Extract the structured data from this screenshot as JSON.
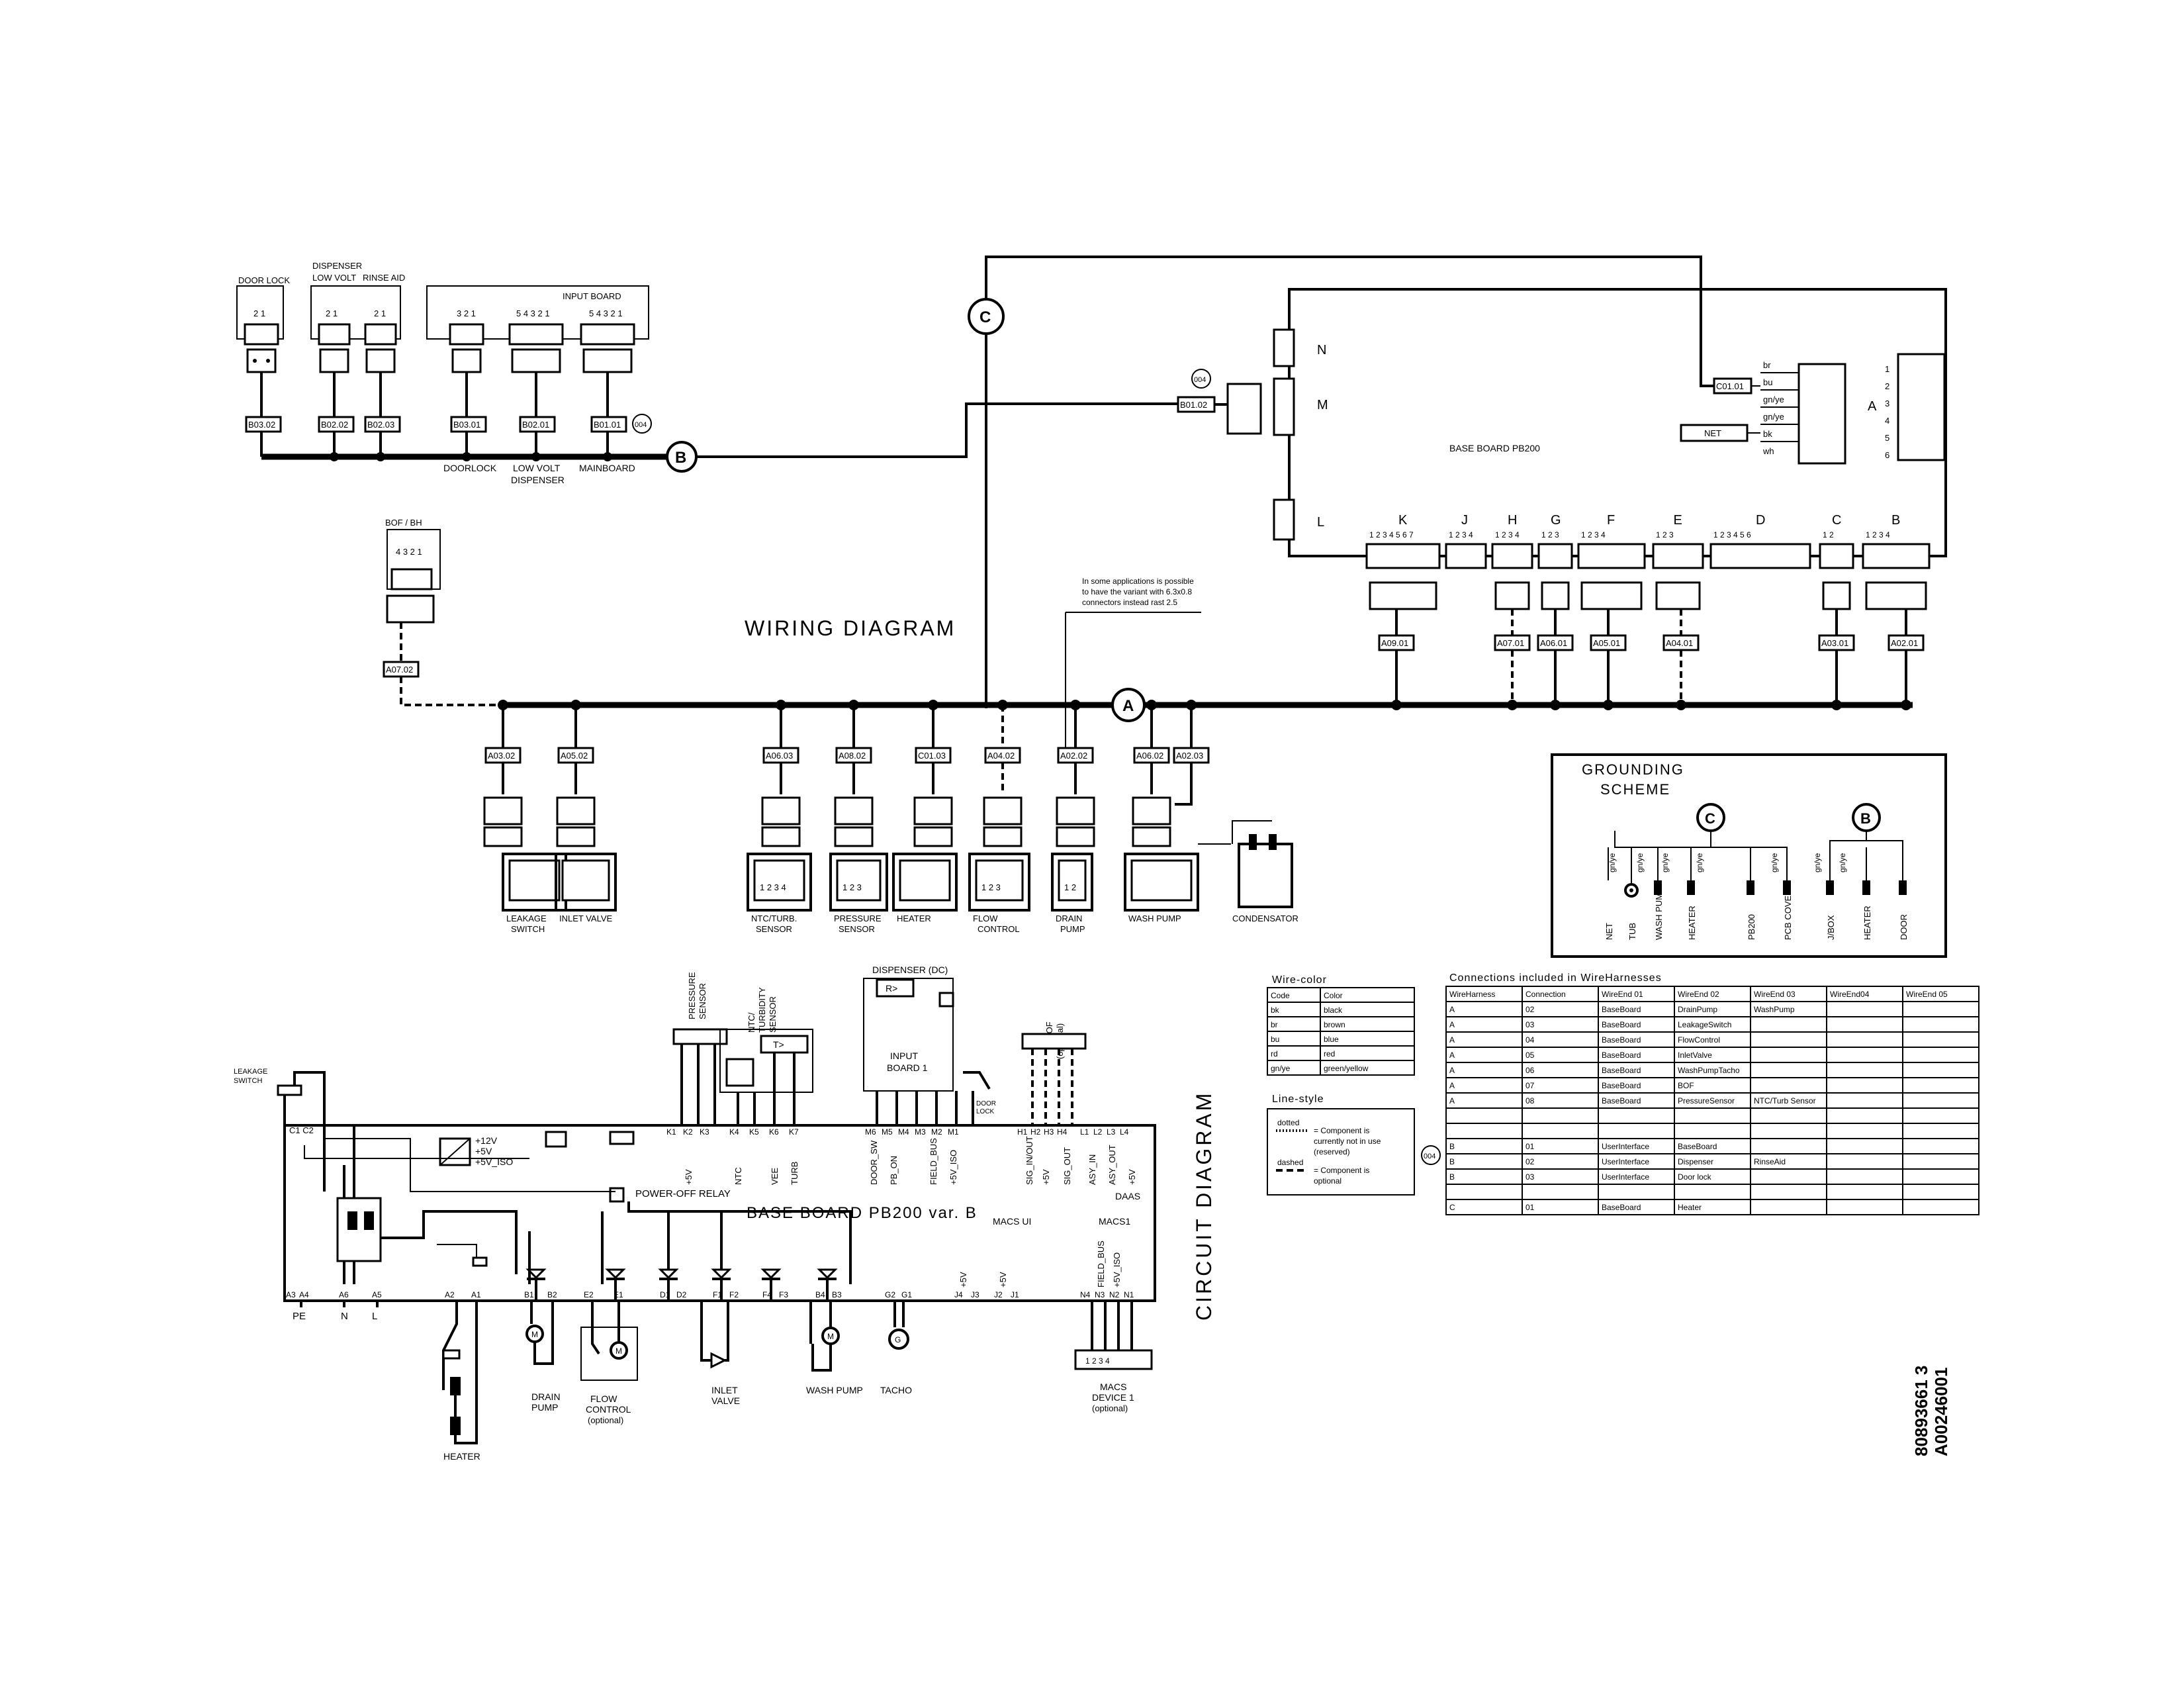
{
  "titles": {
    "wiring": "WIRING DIAGRAM",
    "circuit": "CIRCUIT DIAGRAM",
    "doc_number_1": "80893661 3",
    "doc_number_2": "A00246001"
  },
  "top_components": {
    "door_lock": "DOOR LOCK",
    "dispenser": "DISPENSER",
    "low_volt": "LOW VOLT",
    "rinse_aid": "RINSE AID",
    "input_board": "INPUT BOARD",
    "pins_21": "2 1",
    "pins_321": "3 2 1",
    "pins_54321": "5 4 3 2 1",
    "tags": [
      "B03.02",
      "B02.02",
      "B02.03",
      "B03.01",
      "B02.01",
      "B01.01"
    ],
    "doorlock": "DOORLOCK",
    "low_volt_dispenser_1": "LOW VOLT",
    "low_volt_dispenser_2": "DISPENSER",
    "mainboard": "MAINBOARD",
    "badge_004": "004",
    "b01_02": "B01.02",
    "c01_01": "C01.01",
    "net": "NET"
  },
  "ground_marks": {
    "A": "A",
    "B": "B",
    "C": "C"
  },
  "baseboard": {
    "label": "BASE BOARD PB200",
    "side_N": "N",
    "side_M": "M",
    "side_L": "L",
    "side_A": "A",
    "a_pins": [
      "1",
      "2",
      "3",
      "4",
      "5",
      "6"
    ],
    "a_wires": [
      "br",
      "bu",
      "gn/ye",
      "gn/ye",
      "bk",
      "wh"
    ],
    "connectors": [
      {
        "letter": "K",
        "pins": "1 2 3 4 5 6 7",
        "tag": "A09.01"
      },
      {
        "letter": "J",
        "pins": "1 2 3 4",
        "tag": ""
      },
      {
        "letter": "H",
        "pins": "1 2 3 4",
        "tag": "A07.01"
      },
      {
        "letter": "G",
        "pins": "1 2 3",
        "tag": "A06.01"
      },
      {
        "letter": "F",
        "pins": "1  2  3  4",
        "tag": "A05.01"
      },
      {
        "letter": "E",
        "pins": "1  2  3",
        "tag": "A04.01"
      },
      {
        "letter": "D",
        "pins": "1  2  3  4  5  6",
        "tag": ""
      },
      {
        "letter": "C",
        "pins": "1  2",
        "tag": "A03.01"
      },
      {
        "letter": "B",
        "pins": "1  2  3  4",
        "tag": "A02.01"
      }
    ]
  },
  "note_variant": [
    "In some applications is possible",
    "to have the variant with 6.3x0.8",
    "connectors instead rast 2.5"
  ],
  "bof": {
    "label": "BOF / BH",
    "pins": "4 3 2 1",
    "tag": "A07.02"
  },
  "bottom_components": [
    {
      "tag": "A03.02",
      "name1": "LEAKAGE",
      "name2": "SWITCH",
      "pins": ""
    },
    {
      "tag": "A05.02",
      "name1": "INLET VALVE",
      "name2": "",
      "pins": ""
    },
    {
      "tag": "A06.03",
      "name1": "NTC/TURB.",
      "name2": "SENSOR",
      "pins": "1 2 3 4"
    },
    {
      "tag": "A08.02",
      "name1": "PRESSURE",
      "name2": "SENSOR",
      "pins": "1 2 3"
    },
    {
      "tag": "C01.03",
      "name1": "HEATER",
      "name2": "",
      "pins": ""
    },
    {
      "tag": "A04.02",
      "name1": "FLOW",
      "name2": "CONTROL",
      "pins": "1  2  3"
    },
    {
      "tag": "A02.02",
      "name1": "DRAIN",
      "name2": "PUMP",
      "pins": "1  2"
    },
    {
      "tag": "A06.02",
      "name1": "WASH PUMP",
      "name2": "",
      "pins": ""
    },
    {
      "tag": "A02.03",
      "name1": "",
      "name2": "",
      "pins": ""
    }
  ],
  "condensator": "CONDENSATOR",
  "tacho": "TACHO",
  "grounding": {
    "title1": "GROUNDING",
    "title2": "SCHEME",
    "wires": [
      "gn/ye",
      "gn/ye",
      "gn/ye",
      "gn/ye",
      "gn/ye",
      "gn/ye",
      "gn/ye"
    ],
    "labels": [
      "NET",
      "TUB",
      "WASH PUMP",
      "HEATER",
      "PB200",
      "PCB COVER",
      "J/BOX",
      "HEATER",
      "DOOR"
    ]
  },
  "wire_color": {
    "title": "Wire-color",
    "header": [
      "Code",
      "Color"
    ],
    "rows": [
      [
        "bk",
        "black"
      ],
      [
        "br",
        "brown"
      ],
      [
        "bu",
        "blue"
      ],
      [
        "rd",
        "red"
      ],
      [
        "gn/ye",
        "green/yellow"
      ]
    ]
  },
  "line_style": {
    "title": "Line-style",
    "dotted": "dotted",
    "dotted_desc": [
      "= Component is",
      "currently not in use",
      "(reserved)"
    ],
    "dashed": "dashed",
    "dashed_desc": [
      "= Component is",
      "optional"
    ]
  },
  "harness": {
    "title": "Connections included in WireHarnesses",
    "header": [
      "WireHarness",
      "Connection",
      "WireEnd 01",
      "WireEnd 02",
      "WireEnd 03",
      "WireEnd04",
      "WireEnd 05"
    ],
    "rows": [
      [
        "A",
        "02",
        "BaseBoard",
        "DrainPump",
        "WashPump",
        "",
        ""
      ],
      [
        "A",
        "03",
        "BaseBoard",
        "LeakageSwitch",
        "",
        "",
        ""
      ],
      [
        "A",
        "04",
        "BaseBoard",
        "FlowControl",
        "",
        "",
        ""
      ],
      [
        "A",
        "05",
        "BaseBoard",
        "InletValve",
        "",
        "",
        ""
      ],
      [
        "A",
        "06",
        "BaseBoard",
        "WashPumpTacho",
        "",
        "",
        ""
      ],
      [
        "A",
        "07",
        "BaseBoard",
        "BOF",
        "",
        "",
        ""
      ],
      [
        "A",
        "08",
        "BaseBoard",
        "PressureSensor",
        "NTC/Turb Sensor",
        "",
        ""
      ],
      [
        "",
        "",
        "",
        "",
        "",
        "",
        ""
      ],
      [
        "",
        "",
        "",
        "",
        "",
        "",
        ""
      ],
      [
        "B",
        "01",
        "UserInterface",
        "BaseBoard",
        "",
        "",
        ""
      ],
      [
        "B",
        "02",
        "UserInterface",
        "Dispenser",
        "RinseAid",
        "",
        ""
      ],
      [
        "B",
        "03",
        "UserInterface",
        "Door lock",
        "",
        "",
        ""
      ],
      [
        "",
        "",
        "",
        "",
        "",
        "",
        ""
      ],
      [
        "C",
        "01",
        "BaseBoard",
        "Heater",
        "",
        "",
        ""
      ]
    ]
  },
  "circuit": {
    "board": "BASE BOARD PB200 var. B",
    "leakage": [
      "LEAKAGE",
      "SWITCH"
    ],
    "pressure": [
      "PRESSURE",
      "SENSOR"
    ],
    "ntc": [
      "NTC/",
      "TURBIDITY",
      "SENSOR"
    ],
    "dispenser": "DISPENSER (DC)",
    "input_board": [
      "INPUT",
      "BOARD 1"
    ],
    "bof": [
      "BOF",
      "(optional)"
    ],
    "relay": "POWER-OFF RELAY",
    "supplies": [
      "+12V",
      "+5V",
      "+5V_ISO"
    ],
    "top_signals": [
      "+5V",
      "NTC",
      "VEE",
      "TURB",
      "DOOR_SW",
      "PB_ON",
      "FIELD_BUS",
      "+5V_ISO",
      "SIG_IN/OUT",
      "+5V",
      "SIG_OUT",
      "ASY_IN",
      "ASY_OUT",
      "+5V"
    ],
    "top_pins": [
      "K1",
      "K2",
      "K3",
      "K4",
      "K5",
      "K6",
      "K7",
      "M6",
      "M5",
      "M4",
      "M3",
      "M2",
      "M1",
      "H1",
      "H2",
      "H3",
      "H4",
      "L1",
      "L2",
      "L3",
      "L4"
    ],
    "pin_c": "C1 C2",
    "macs_ui": "MACS UI",
    "macs1": "MACS1",
    "daas": "DAAS",
    "bottom_pins": [
      "A3",
      "A4",
      "A6",
      "A5",
      "A2",
      "A1",
      "B1",
      "B2",
      "E2",
      "E1",
      "D1",
      "D2",
      "F1",
      "F2",
      "F4",
      "F3",
      "B4",
      "B3",
      "G2",
      "G1",
      "J4",
      "J3",
      "J2",
      "J1",
      "N4",
      "N3",
      "N2",
      "N1"
    ],
    "bottom_signals": [
      "+5V",
      "+5V",
      "FIELD_BUS",
      "+5V_ISO"
    ],
    "pe": "PE",
    "n": "N",
    "l": "L",
    "heater": "HEATER",
    "drain_pump": [
      "DRAIN",
      "PUMP"
    ],
    "flow_control": [
      "FLOW",
      "CONTROL",
      "(optional)"
    ],
    "inlet_valve": [
      "INLET",
      "VALVE"
    ],
    "wash_pump": "WASH PUMP",
    "tacho": "TACHO",
    "macs_device": [
      "MACS",
      "DEVICE 1",
      "(optional)"
    ],
    "macs_pins": "1 2 3 4",
    "m": "M",
    "g": "G",
    "r": "R>",
    "t": "T>",
    "door_lock": [
      "DOOR",
      "LOCK"
    ]
  }
}
